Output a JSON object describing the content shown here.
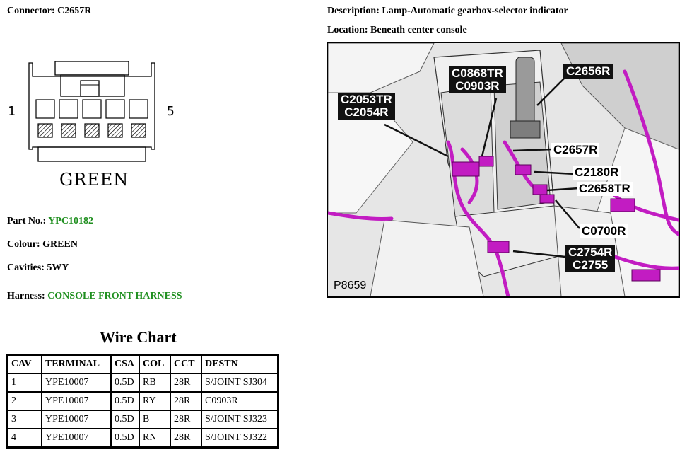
{
  "connector": {
    "label": "Connector: C2657R"
  },
  "description": {
    "label": "Description: Lamp-Automatic gearbox-selector indicator"
  },
  "location": {
    "label": "Location: Beneath center console"
  },
  "diagram": {
    "pin_left": "1",
    "pin_right": "5",
    "color_text": "GREEN"
  },
  "part_no": {
    "label": "Part No.: ",
    "value": "YPC10182"
  },
  "colour": {
    "label": "Colour: GREEN"
  },
  "cavities": {
    "label": "Cavities: 5WY"
  },
  "harness": {
    "label": "Harness: ",
    "value": "CONSOLE FRONT HARNESS"
  },
  "wire_chart": {
    "title": "Wire Chart",
    "headers": [
      "CAV",
      "TERMINAL",
      "CSA",
      "COL",
      "CCT",
      "DESTN"
    ],
    "rows": [
      [
        "1",
        "YPE10007",
        "0.5D",
        "RB",
        "28R",
        "S/JOINT SJ304"
      ],
      [
        "2",
        "YPE10007",
        "0.5D",
        "RY",
        "28R",
        "C0903R"
      ],
      [
        "3",
        "YPE10007",
        "0.5D",
        "B",
        "28R",
        "S/JOINT SJ323"
      ],
      [
        "4",
        "YPE10007",
        "0.5D",
        "RN",
        "28R",
        "S/JOINT SJ322"
      ]
    ]
  },
  "photo": {
    "id": "P8659",
    "callouts": {
      "c0868": "C0868TR",
      "c0903": "C0903R",
      "c2656": "C2656R",
      "c2053": "C2053TR",
      "c2054": "C2054R",
      "c2657": "C2657R",
      "c2180": "C2180R",
      "c2658": "C2658TR",
      "c0700": "C0700R",
      "c2754": "C2754R",
      "c2755": "C2755"
    }
  },
  "colors": {
    "accent_green": "#1f8f1f",
    "harness_magenta": "#c21cc2"
  }
}
